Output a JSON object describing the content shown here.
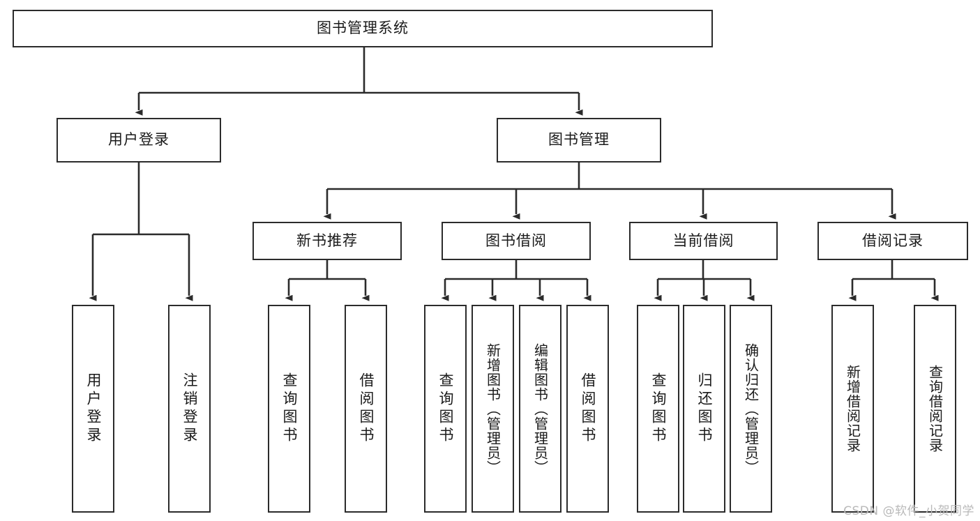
{
  "diagram": {
    "title": "图书管理系统",
    "type": "tree",
    "root": {
      "id": "root",
      "label": "图书管理系统"
    },
    "level2": [
      {
        "id": "user-login",
        "label": "用户登录"
      },
      {
        "id": "book-manage",
        "label": "图书管理"
      }
    ],
    "level3": [
      {
        "id": "new-book-rec",
        "label": "新书推荐",
        "parent": "book-manage"
      },
      {
        "id": "book-borrow",
        "label": "图书借阅",
        "parent": "book-manage"
      },
      {
        "id": "current-borrow",
        "label": "当前借阅",
        "parent": "book-manage"
      },
      {
        "id": "borrow-record",
        "label": "借阅记录",
        "parent": "book-manage"
      }
    ],
    "leaves": [
      {
        "id": "leaf-user-login",
        "label": "用户登录",
        "parent": "user-login"
      },
      {
        "id": "leaf-logout",
        "label": "注销登录",
        "parent": "user-login"
      },
      {
        "id": "leaf-query-book-1",
        "label": "查询图书",
        "parent": "new-book-rec"
      },
      {
        "id": "leaf-borrow-book-1",
        "label": "借阅图书",
        "parent": "new-book-rec"
      },
      {
        "id": "leaf-query-book-2",
        "label": "查询图书",
        "parent": "book-borrow"
      },
      {
        "id": "leaf-add-book",
        "label": "新增图书（管理员）",
        "parent": "book-borrow"
      },
      {
        "id": "leaf-edit-book",
        "label": "编辑图书（管理员）",
        "parent": "book-borrow"
      },
      {
        "id": "leaf-borrow-book-2",
        "label": "借阅图书",
        "parent": "book-borrow"
      },
      {
        "id": "leaf-query-book-3",
        "label": "查询图书",
        "parent": "current-borrow"
      },
      {
        "id": "leaf-return-book",
        "label": "归还图书",
        "parent": "current-borrow"
      },
      {
        "id": "leaf-confirm-return",
        "label": "确认归还（管理员）",
        "parent": "current-borrow"
      },
      {
        "id": "leaf-add-record",
        "label": "新增借阅记录",
        "parent": "borrow-record"
      },
      {
        "id": "leaf-query-record",
        "label": "查询借阅记录",
        "parent": "borrow-record"
      }
    ]
  },
  "watermark": {
    "text": "CSDN @软件_小贺同学"
  },
  "colors": {
    "stroke": "#2b2b2b",
    "background": "#ffffff",
    "text": "#1a1a1a",
    "watermark": "#b9b9b9"
  }
}
